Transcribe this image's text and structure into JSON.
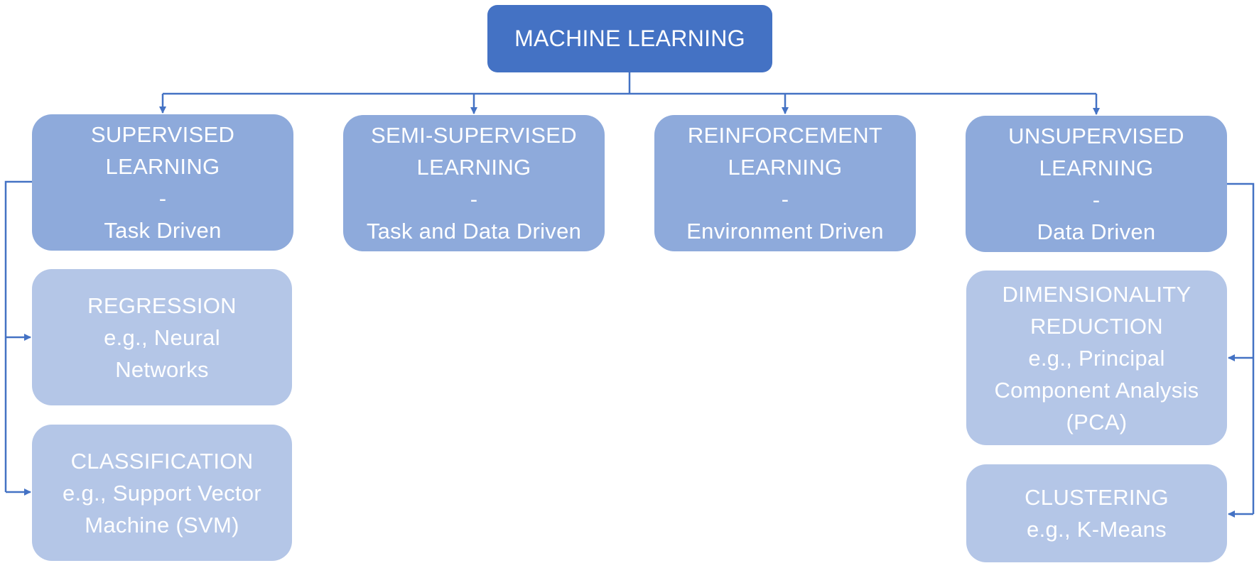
{
  "diagram": {
    "root": {
      "label": "MACHINE LEARNING"
    },
    "categories": [
      {
        "lines": [
          "SUPERVISED",
          "LEARNING",
          "-",
          "Task Driven"
        ]
      },
      {
        "lines": [
          "SEMI-SUPERVISED",
          "LEARNING",
          "-",
          "Task and Data Driven"
        ]
      },
      {
        "lines": [
          "REINFORCEMENT",
          "LEARNING",
          "-",
          "Environment Driven"
        ]
      },
      {
        "lines": [
          "UNSUPERVISED",
          "LEARNING",
          "-",
          "Data Driven"
        ]
      }
    ],
    "supervised_children": [
      {
        "lines": [
          "REGRESSION",
          "e.g., Neural",
          "Networks"
        ]
      },
      {
        "lines": [
          "CLASSIFICATION",
          "e.g., Support Vector",
          "Machine (SVM)"
        ]
      }
    ],
    "unsupervised_children": [
      {
        "lines": [
          "DIMENSIONALITY",
          "REDUCTION",
          "e.g., Principal",
          "Component Analysis",
          "(PCA)"
        ]
      },
      {
        "lines": [
          "CLUSTERING",
          "e.g., K-Means"
        ]
      }
    ],
    "colors": {
      "root": "#4472c4",
      "category": "#8eaadb",
      "subcategory": "#b4c6e7",
      "connector": "#4472c4",
      "text": "#ffffff"
    }
  }
}
